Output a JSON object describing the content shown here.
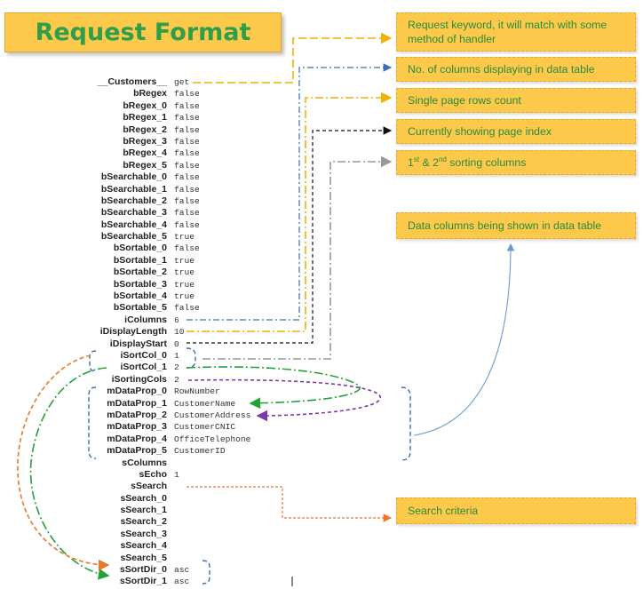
{
  "title": "Request Format",
  "params": [
    {
      "key": "__Customers__",
      "value": "get"
    },
    {
      "key": "bRegex",
      "value": "false"
    },
    {
      "key": "bRegex_0",
      "value": "false"
    },
    {
      "key": "bRegex_1",
      "value": "false"
    },
    {
      "key": "bRegex_2",
      "value": "false"
    },
    {
      "key": "bRegex_3",
      "value": "false"
    },
    {
      "key": "bRegex_4",
      "value": "false"
    },
    {
      "key": "bRegex_5",
      "value": "false"
    },
    {
      "key": "bSearchable_0",
      "value": "false"
    },
    {
      "key": "bSearchable_1",
      "value": "false"
    },
    {
      "key": "bSearchable_2",
      "value": "false"
    },
    {
      "key": "bSearchable_3",
      "value": "false"
    },
    {
      "key": "bSearchable_4",
      "value": "false"
    },
    {
      "key": "bSearchable_5",
      "value": "true"
    },
    {
      "key": "bSortable_0",
      "value": "false"
    },
    {
      "key": "bSortable_1",
      "value": "true"
    },
    {
      "key": "bSortable_2",
      "value": "true"
    },
    {
      "key": "bSortable_3",
      "value": "true"
    },
    {
      "key": "bSortable_4",
      "value": "true"
    },
    {
      "key": "bSortable_5",
      "value": "false"
    },
    {
      "key": "iColumns",
      "value": "6"
    },
    {
      "key": "iDisplayLength",
      "value": "10"
    },
    {
      "key": "iDisplayStart",
      "value": "0"
    },
    {
      "key": "iSortCol_0",
      "value": "1"
    },
    {
      "key": "iSortCol_1",
      "value": "2"
    },
    {
      "key": "iSortingCols",
      "value": "2"
    },
    {
      "key": "mDataProp_0",
      "value": "RowNumber"
    },
    {
      "key": "mDataProp_1",
      "value": "CustomerName"
    },
    {
      "key": "mDataProp_2",
      "value": "CustomerAddress"
    },
    {
      "key": "mDataProp_3",
      "value": "CustomerCNIC"
    },
    {
      "key": "mDataProp_4",
      "value": "OfficeTelephone"
    },
    {
      "key": "mDataProp_5",
      "value": "CustomerID"
    },
    {
      "key": "sColumns",
      "value": ""
    },
    {
      "key": "sEcho",
      "value": "1"
    },
    {
      "key": "sSearch",
      "value": ""
    },
    {
      "key": "sSearch_0",
      "value": ""
    },
    {
      "key": "sSearch_1",
      "value": ""
    },
    {
      "key": "sSearch_2",
      "value": ""
    },
    {
      "key": "sSearch_3",
      "value": ""
    },
    {
      "key": "sSearch_4",
      "value": ""
    },
    {
      "key": "sSearch_5",
      "value": ""
    },
    {
      "key": "sSortDir_0",
      "value": "asc"
    },
    {
      "key": "sSortDir_1",
      "value": "asc"
    }
  ],
  "callouts": {
    "request_keyword": "Request keyword, it will match with some method of handler",
    "columns_count": "No. of columns displaying in data table",
    "page_rows": "Single page rows count",
    "page_index": "Currently showing page index",
    "sorting_prefix_1": "1",
    "sorting_sup_1": "st",
    "sorting_mid": " & 2",
    "sorting_sup_2": "nd",
    "sorting_suffix": " sorting columns",
    "data_columns": "Data columns being shown in data table",
    "search_criteria": "Search criteria"
  },
  "colors": {
    "title_bg": "#fcc94a",
    "title_text": "#2f9e4a",
    "callout_text": "#2a8a3e",
    "yellow_line": "#f0b400",
    "blue_line": "#3a6fb5",
    "green_line": "#23a23a",
    "purple_line": "#7a3aa8",
    "orange_line": "#e8782a",
    "gray_line": "#999999",
    "black_line": "#111111"
  }
}
